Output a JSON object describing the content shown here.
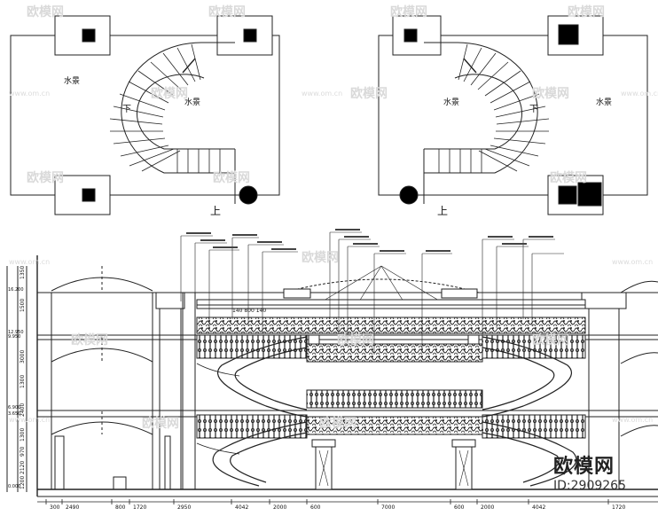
{
  "plan_left": {
    "water_left": "水景",
    "water_inner": "水景",
    "down": "下",
    "up": "上"
  },
  "plan_right": {
    "water_left": "水景",
    "water_right": "水景",
    "down": "下",
    "up": "上"
  },
  "watermark": {
    "brand": "欧模网",
    "url": "www.om.cn",
    "id": "ID:2909265"
  },
  "dimensions": {
    "bottom": [
      "300",
      "2490",
      "800",
      "1720",
      "2950",
      "4042",
      "2000",
      "600",
      "7000",
      "600",
      "2000",
      "4042",
      "1720"
    ],
    "left": [
      "1350",
      "1500",
      "3000",
      "1300",
      "2400",
      "1300",
      "970",
      "2120",
      "1200"
    ]
  },
  "levels": [
    "16.200",
    "12.950",
    "9.950",
    "6.900",
    "3.650",
    "0.000"
  ],
  "dim_center": "140 800 140",
  "leader_labels_count": 14
}
